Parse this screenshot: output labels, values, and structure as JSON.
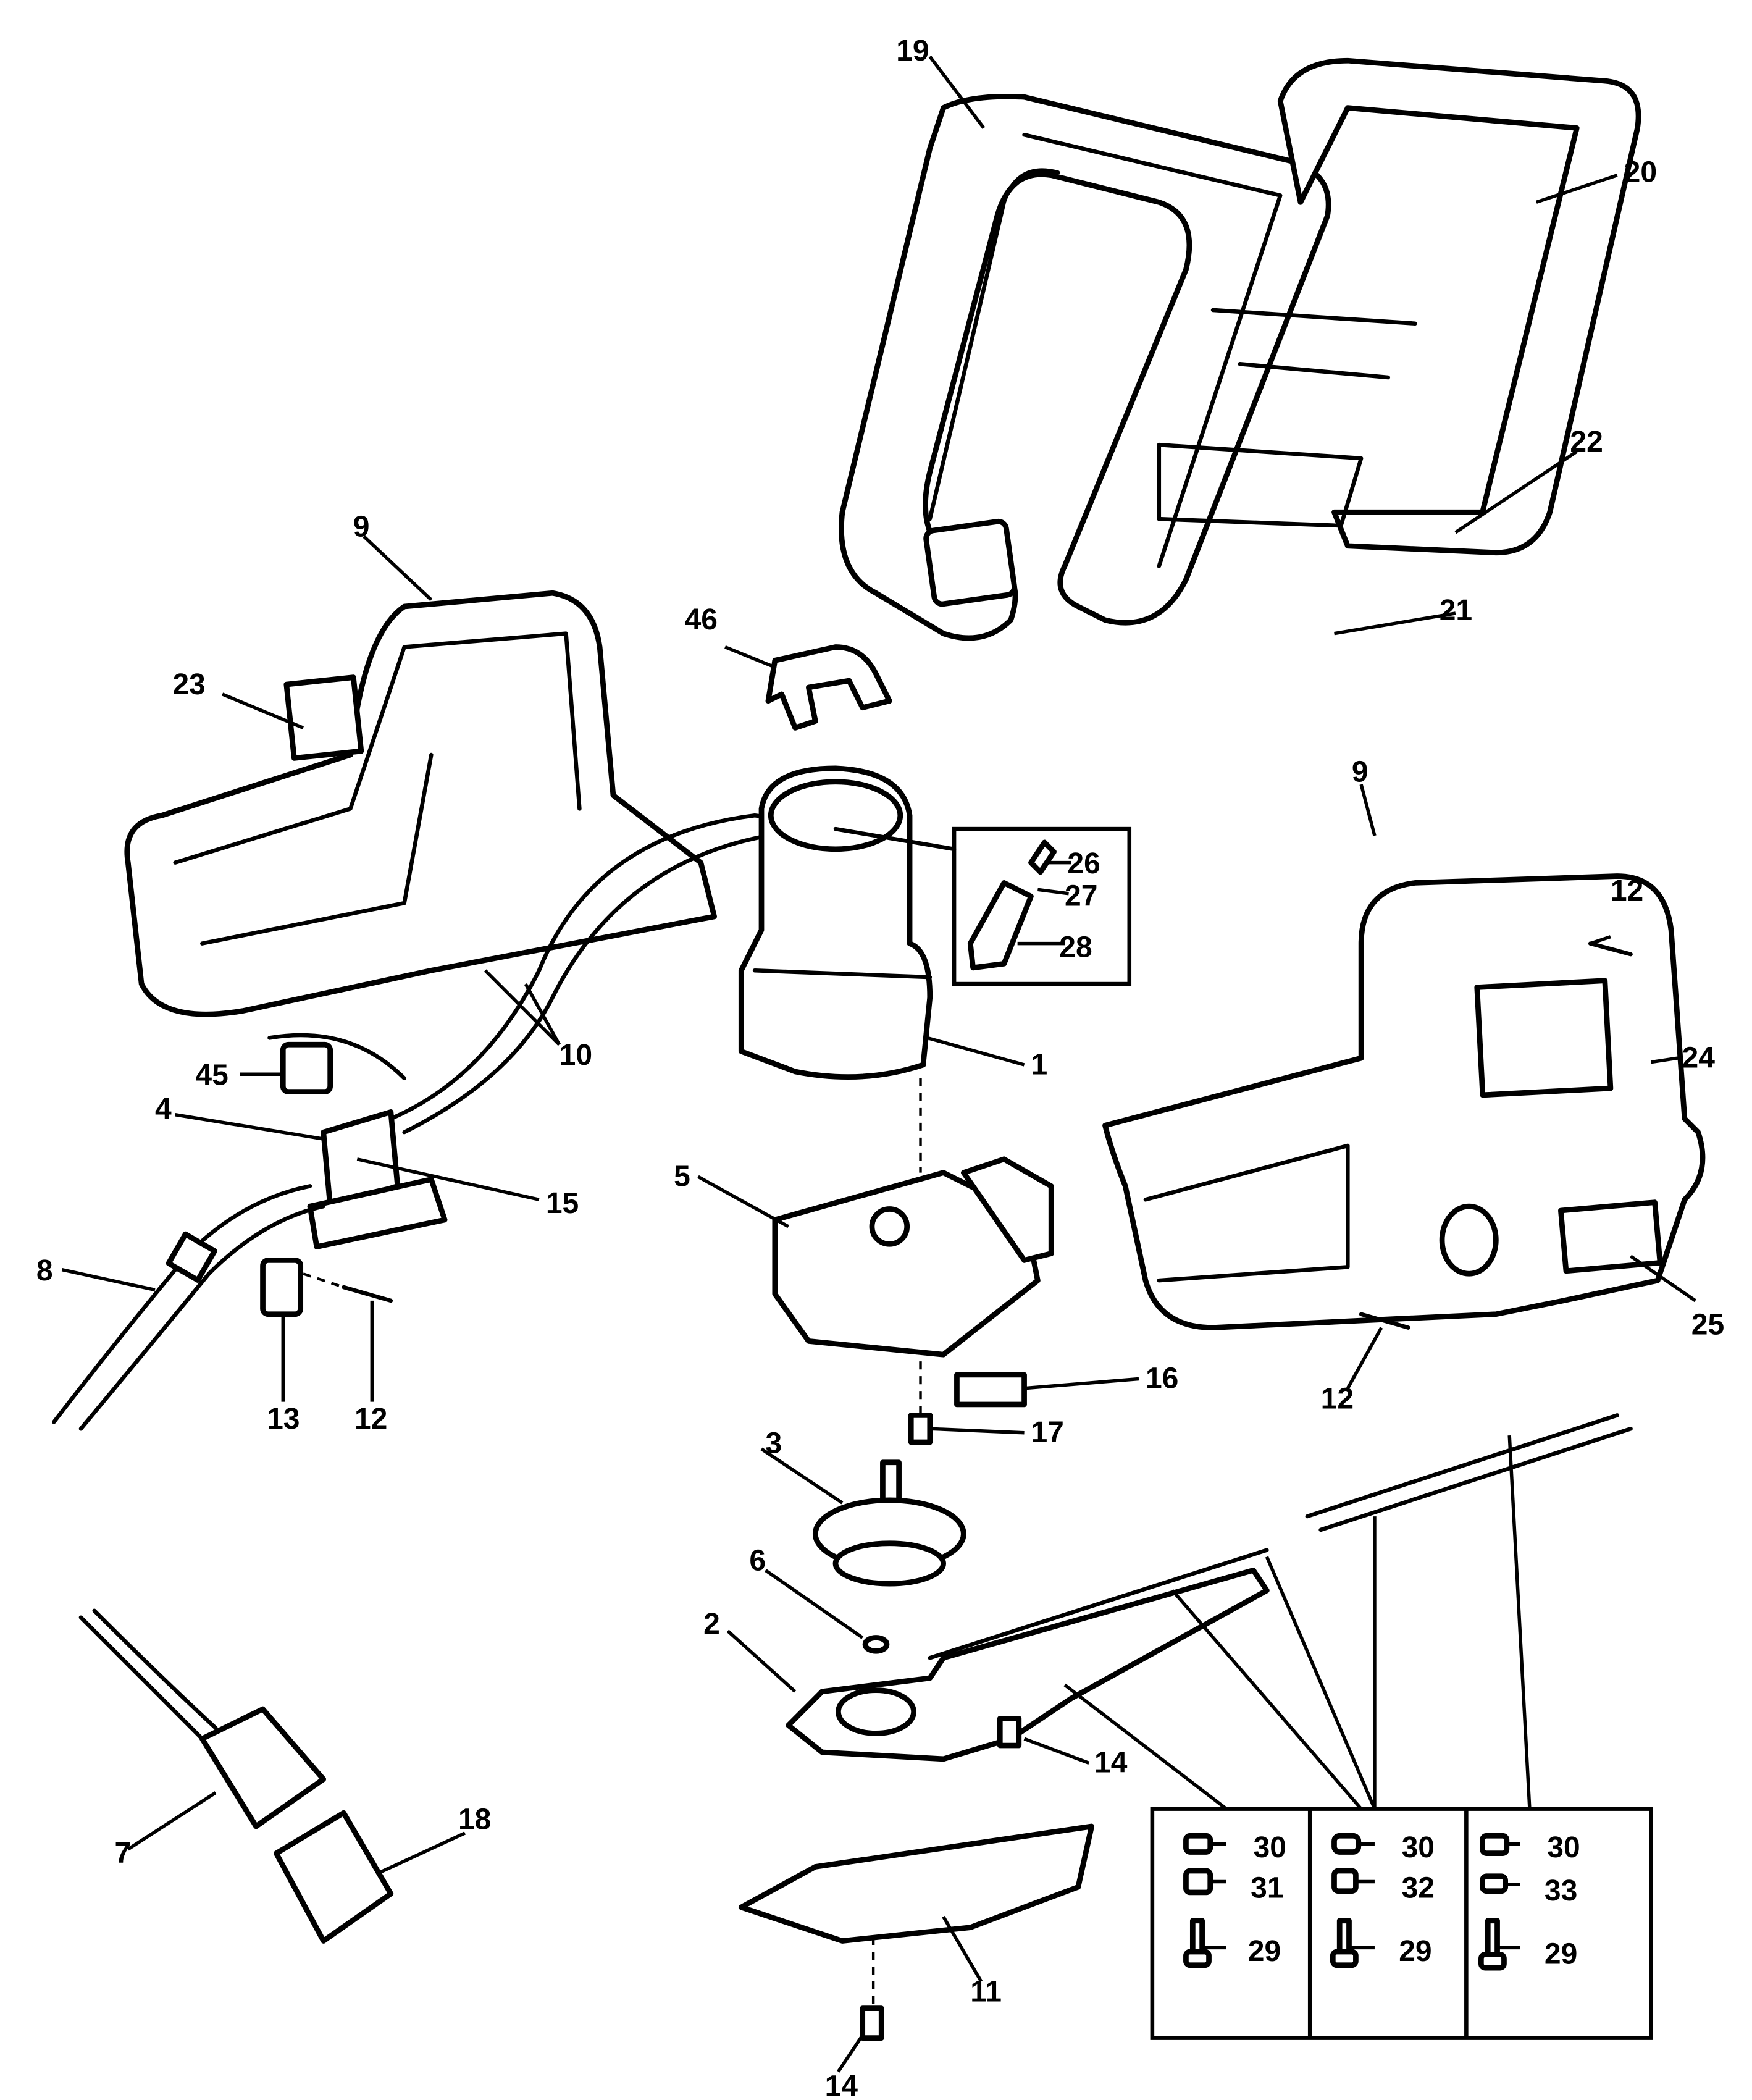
{
  "diagram": {
    "type": "exploded-parts-diagram",
    "subject": "electric hedge trimmer",
    "callouts": [
      {
        "id": "19",
        "label": "19",
        "part": "front handle"
      },
      {
        "id": "20",
        "label": "20",
        "part": "handle guard"
      },
      {
        "id": "22",
        "label": "22",
        "part": "screw"
      },
      {
        "id": "21",
        "label": "21",
        "part": "long screw"
      },
      {
        "id": "9a",
        "label": "9",
        "part": "housing half (left)"
      },
      {
        "id": "23",
        "label": "23",
        "part": "label"
      },
      {
        "id": "46",
        "label": "46",
        "part": "brush holder clip"
      },
      {
        "id": "26",
        "label": "26",
        "part": "carbon brush"
      },
      {
        "id": "27",
        "label": "27",
        "part": "brush spring"
      },
      {
        "id": "28",
        "label": "28",
        "part": "brush holder"
      },
      {
        "id": "9b",
        "label": "9",
        "part": "housing half (right)"
      },
      {
        "id": "12a",
        "label": "12",
        "part": "screw"
      },
      {
        "id": "24",
        "label": "24",
        "part": "label"
      },
      {
        "id": "10",
        "label": "10",
        "part": "wires"
      },
      {
        "id": "1",
        "label": "1",
        "part": "motor"
      },
      {
        "id": "45",
        "label": "45",
        "part": "switch button"
      },
      {
        "id": "4",
        "label": "4",
        "part": "switch"
      },
      {
        "id": "15",
        "label": "15",
        "part": "connector"
      },
      {
        "id": "5",
        "label": "5",
        "part": "gear case"
      },
      {
        "id": "25",
        "label": "25",
        "part": "label"
      },
      {
        "id": "8",
        "label": "8",
        "part": "cord"
      },
      {
        "id": "13",
        "label": "13",
        "part": "cord clamp"
      },
      {
        "id": "12b",
        "label": "12",
        "part": "screw"
      },
      {
        "id": "12c",
        "label": "12",
        "part": "screw"
      },
      {
        "id": "16",
        "label": "16",
        "part": "label"
      },
      {
        "id": "17",
        "label": "17",
        "part": "screw"
      },
      {
        "id": "3",
        "label": "3",
        "part": "gear"
      },
      {
        "id": "6",
        "label": "6",
        "part": "washer"
      },
      {
        "id": "2",
        "label": "2",
        "part": "blade assembly"
      },
      {
        "id": "14a",
        "label": "14",
        "part": "screw"
      },
      {
        "id": "14b",
        "label": "14",
        "part": "screw"
      },
      {
        "id": "11",
        "label": "11",
        "part": "cover plate"
      },
      {
        "id": "7",
        "label": "7",
        "part": "plug"
      },
      {
        "id": "18",
        "label": "18",
        "part": "cord connector"
      }
    ],
    "hardware_table": {
      "columns": [
        {
          "items": [
            {
              "label": "30"
            },
            {
              "label": "31"
            },
            {
              "label": "29"
            }
          ]
        },
        {
          "items": [
            {
              "label": "30"
            },
            {
              "label": "32"
            },
            {
              "label": "29"
            }
          ]
        },
        {
          "items": [
            {
              "label": "30"
            },
            {
              "label": "33"
            },
            {
              "label": "29"
            }
          ]
        }
      ]
    }
  }
}
